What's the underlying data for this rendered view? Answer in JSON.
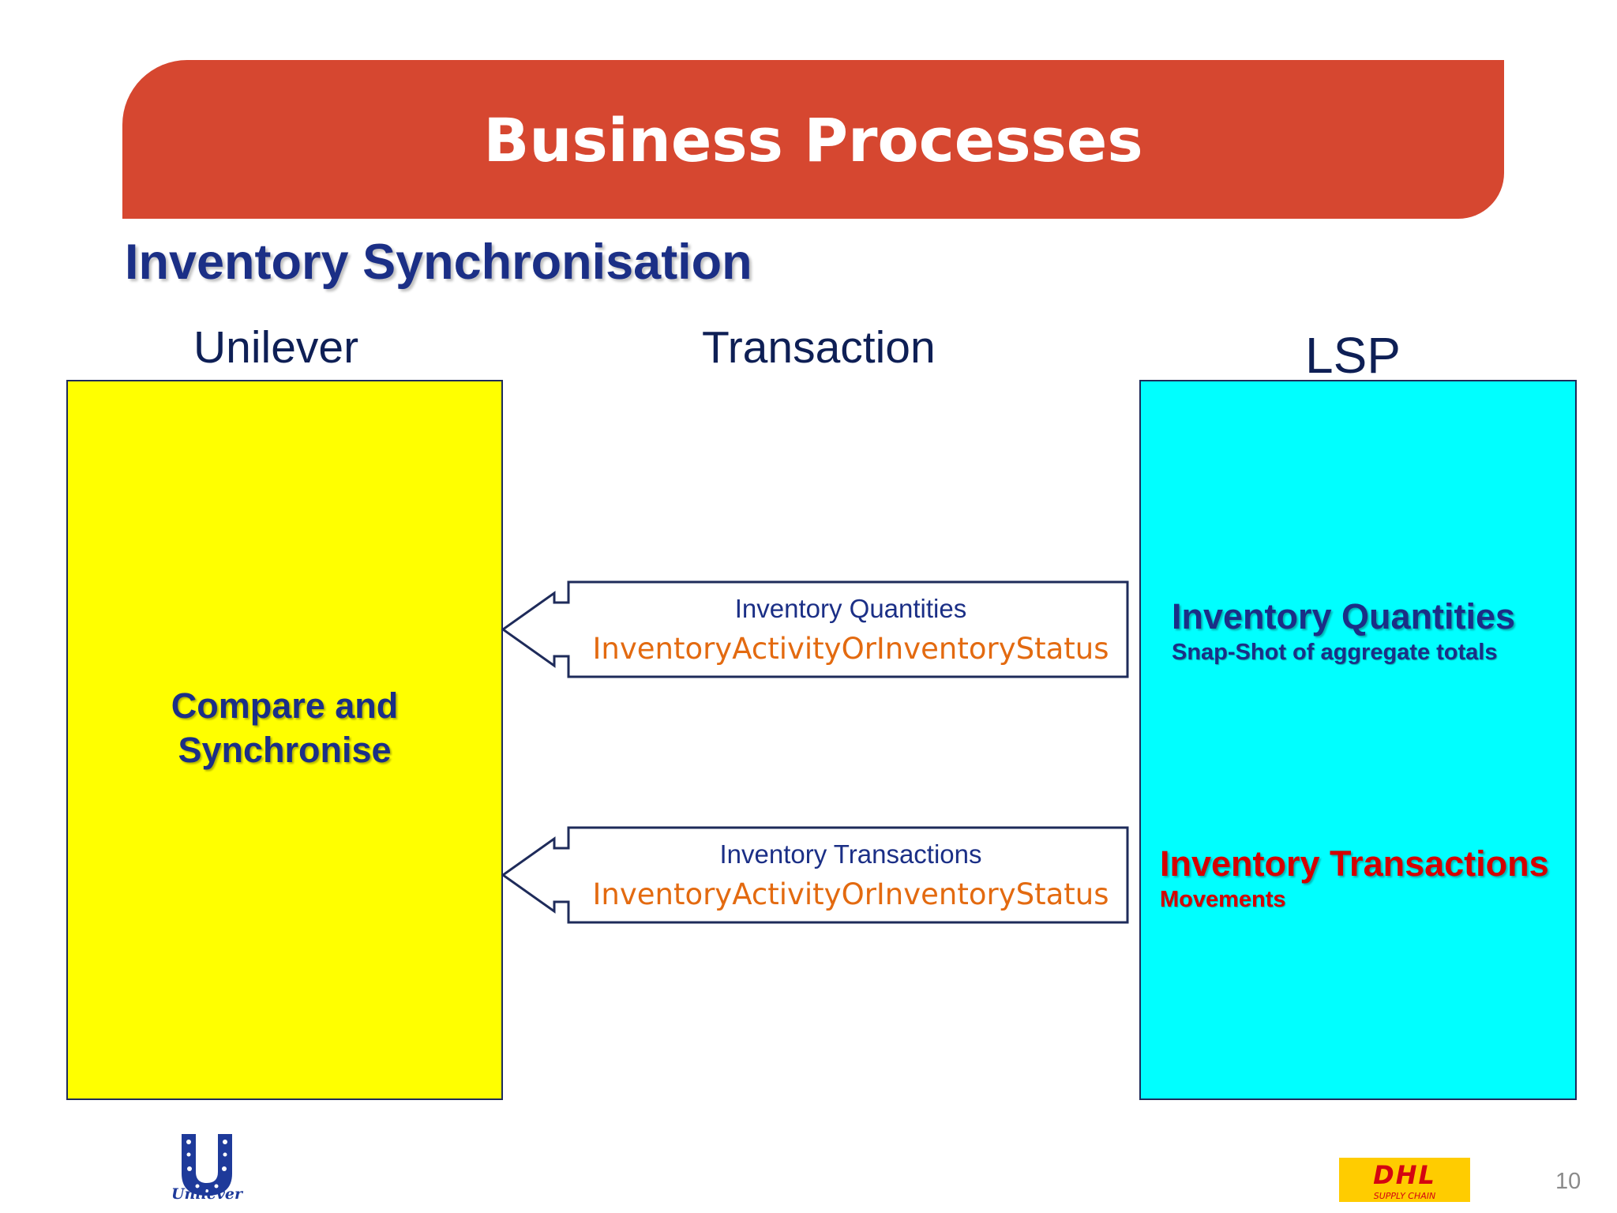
{
  "slide": {
    "title": "Business Processes",
    "subtitle": "Inventory Synchronisation",
    "page_number": "10"
  },
  "columns": {
    "left": "Unilever",
    "middle": "Transaction",
    "right": "LSP"
  },
  "left_box": {
    "line1": "Compare and",
    "line2": "Synchronise",
    "color": "#ffff00"
  },
  "right_box": {
    "color": "#00ffff",
    "item1": {
      "heading": "Inventory Quantities",
      "detail": "Snap-Shot of aggregate totals",
      "color": "#1b2f86"
    },
    "item2": {
      "heading": "Inventory Transactions",
      "detail": "Movements",
      "color": "#d40000"
    }
  },
  "messages": [
    {
      "label": "Inventory Quantities",
      "code": "InventoryActivityOrInventoryStatus"
    },
    {
      "label": "Inventory Transactions",
      "code": "InventoryActivityOrInventoryStatus"
    }
  ],
  "logos": {
    "left_logo": "Unilever",
    "right_logo": "DHL",
    "right_logo_sub": "SUPPLY CHAIN"
  },
  "colors": {
    "banner": "#d64730",
    "navy": "#1b2f86",
    "orange": "#e36a10"
  }
}
